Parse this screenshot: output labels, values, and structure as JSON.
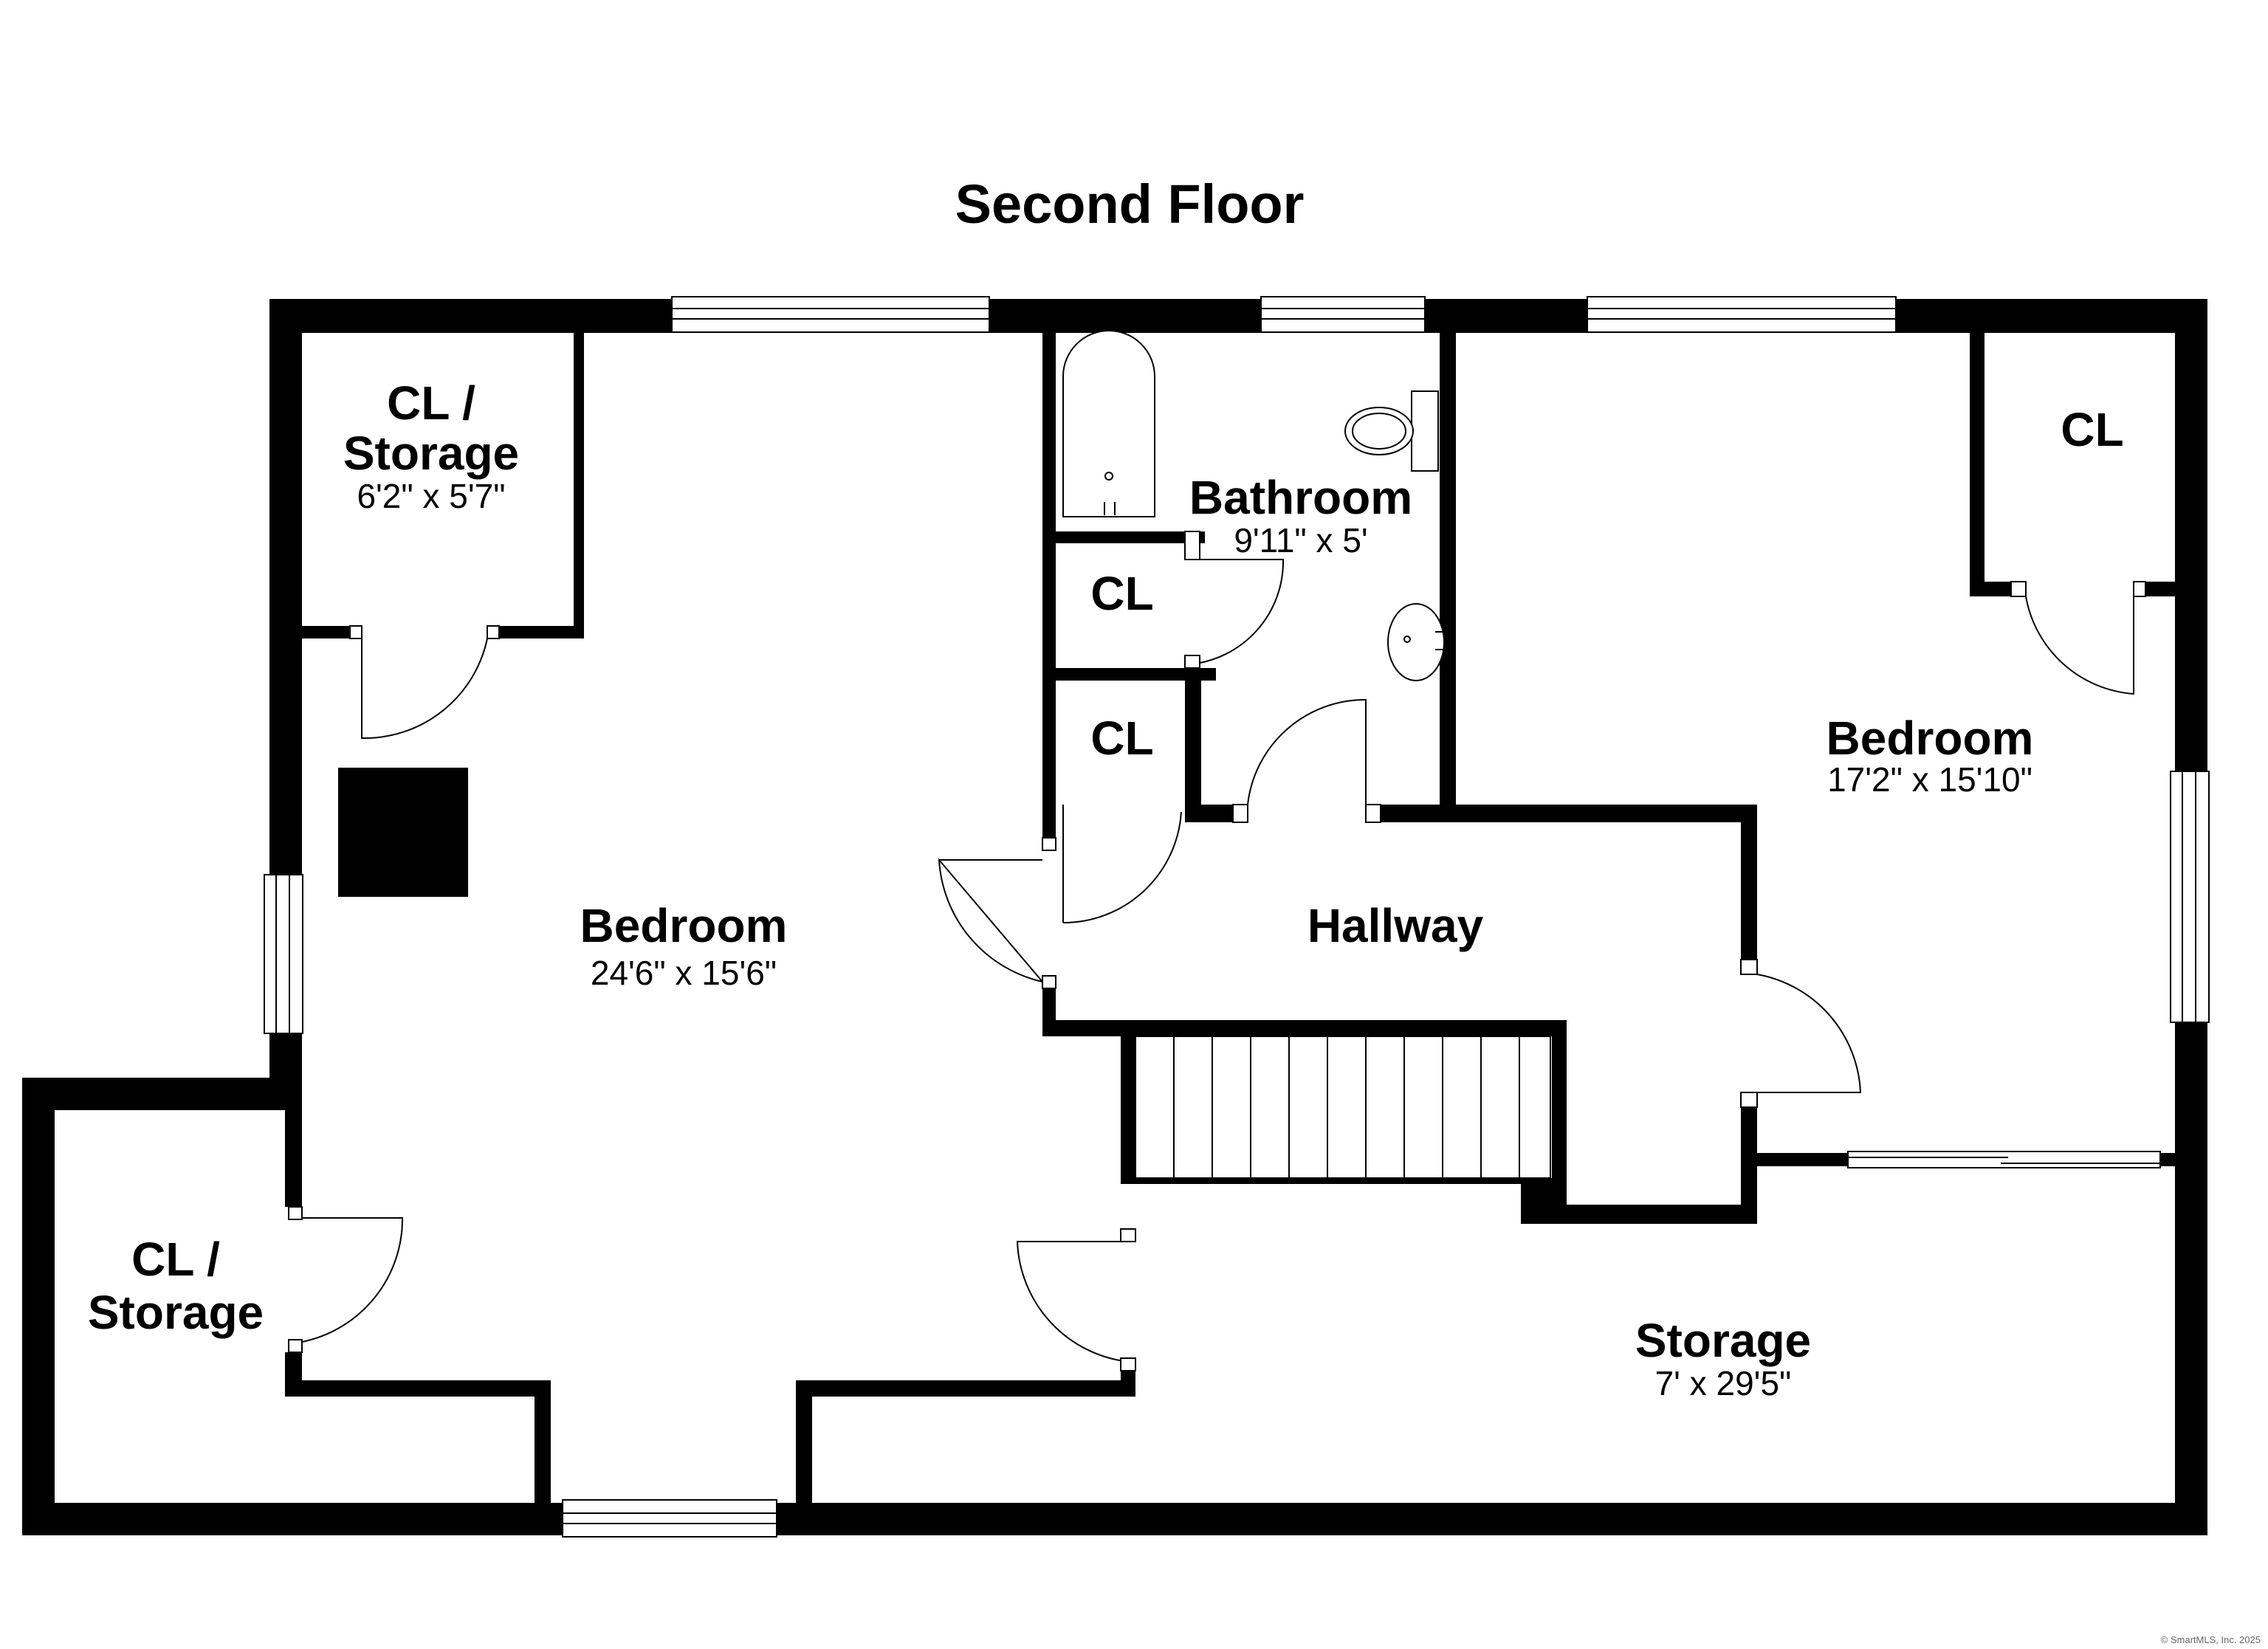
{
  "title": "Second Floor",
  "rooms": {
    "cl_storage_top": {
      "name_line1": "CL /",
      "name_line2": "Storage",
      "dims": "6'2\" x 5'7\""
    },
    "bedroom_left": {
      "name": "Bedroom",
      "dims": "24'6\" x 15'6\""
    },
    "bathroom": {
      "name": "Bathroom",
      "dims": "9'11\" x 5'"
    },
    "cl_bath_upper": {
      "name": "CL"
    },
    "cl_bath_lower": {
      "name": "CL"
    },
    "hallway": {
      "name": "Hallway"
    },
    "bedroom_right": {
      "name": "Bedroom",
      "dims": "17'2\" x 15'10\""
    },
    "cl_right": {
      "name": "CL"
    },
    "cl_storage_bottom": {
      "name_line1": "CL /",
      "name_line2": "Storage"
    },
    "storage": {
      "name": "Storage",
      "dims": "7' x 29'5\""
    }
  },
  "copyright": "© SmartMLS, Inc. 2025"
}
